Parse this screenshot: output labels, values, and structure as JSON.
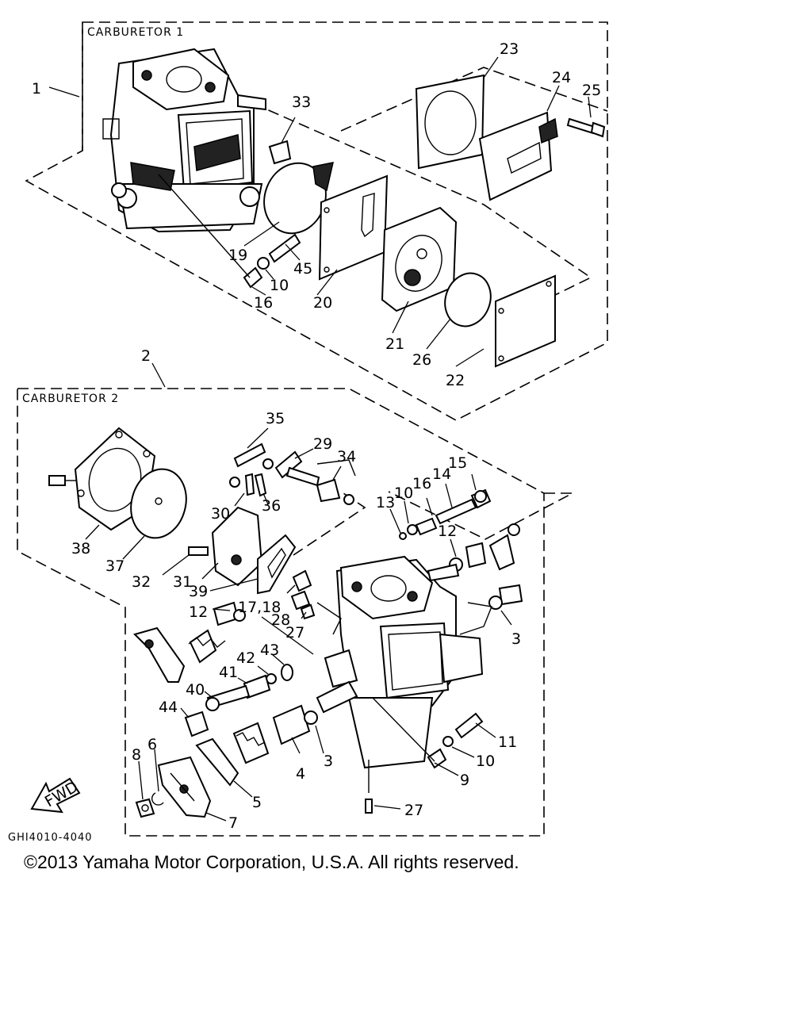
{
  "groups": {
    "carb1_title": "CARBURETOR 1",
    "carb2_title": "CARBURETOR 2"
  },
  "callouts": {
    "c1": "1",
    "c23": "23",
    "c24": "24",
    "c25": "25",
    "c33": "33",
    "c19": "19",
    "c45": "45",
    "c10a": "10",
    "c16a": "16",
    "c20": "20",
    "c21": "21",
    "c26": "26",
    "c22": "22",
    "c2": "2",
    "c35": "35",
    "c29": "29",
    "c34": "34",
    "c15": "15",
    "c14": "14",
    "c16b": "16",
    "c10b": "10",
    "c13": "13",
    "c12a": "12",
    "c30": "30",
    "c36": "36",
    "c38": "38",
    "c37": "37",
    "c32": "32",
    "c31": "31",
    "c39": "39",
    "c12b": "12",
    "c1718": "17,18",
    "c28": "28",
    "c27a": "27",
    "c43": "43",
    "c42": "42",
    "c41": "41",
    "c40": "40",
    "c44": "44",
    "c3a": "3",
    "c3b": "3",
    "c4": "4",
    "c5": "5",
    "c6": "6",
    "c7": "7",
    "c8": "8",
    "c11": "11",
    "c10c": "10",
    "c9": "9",
    "c27b": "27"
  },
  "fwd_label": "FWD",
  "figure_code": "GHI4010-4040",
  "copyright": "©2013 Yamaha Motor Corporation, U.S.A. All rights reserved."
}
